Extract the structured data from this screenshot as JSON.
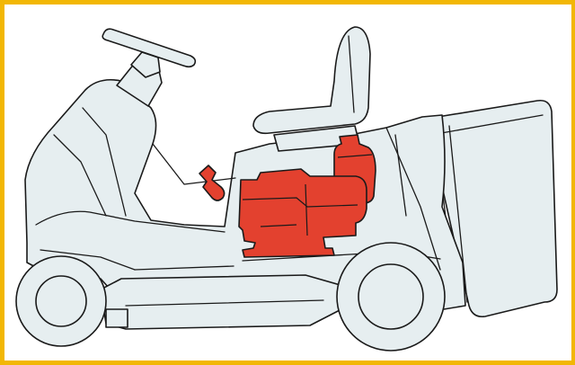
{
  "colors": {
    "frame": "#f2b705",
    "body": "#e6eef0",
    "outline": "#1a1a1a",
    "highlight": "#e3412f"
  },
  "components": [
    {
      "name": "steering-wheel",
      "highlighted": false
    },
    {
      "name": "seat",
      "highlighted": false
    },
    {
      "name": "grass-collector",
      "highlighted": false
    },
    {
      "name": "engine",
      "highlighted": true
    },
    {
      "name": "fuel-tank",
      "highlighted": true
    },
    {
      "name": "throttle-control",
      "highlighted": true
    },
    {
      "name": "front-wheel",
      "highlighted": false
    },
    {
      "name": "rear-wheel",
      "highlighted": false
    },
    {
      "name": "cutting-deck",
      "highlighted": false
    }
  ]
}
